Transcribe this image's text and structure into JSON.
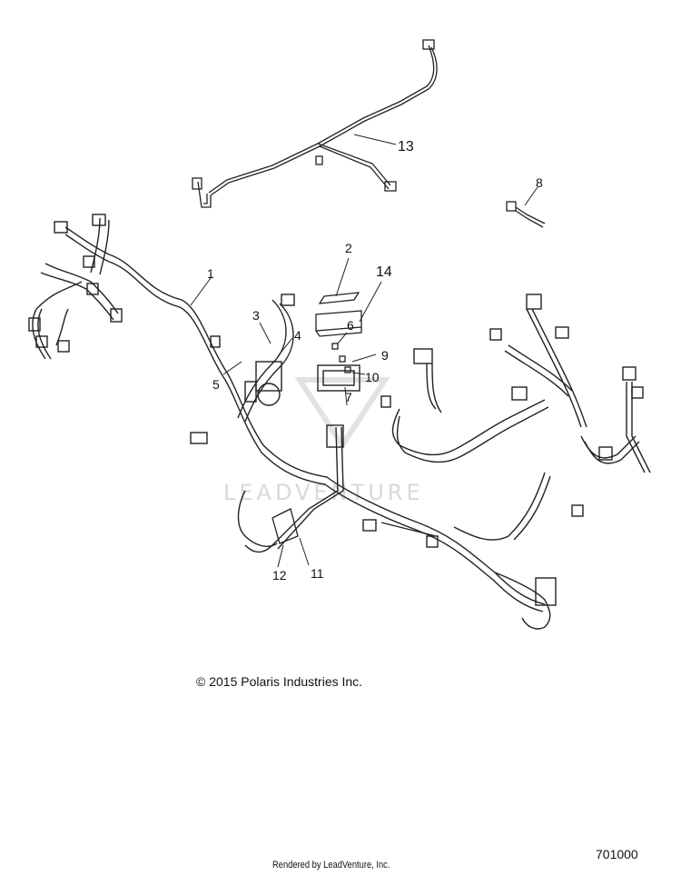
{
  "watermark": {
    "text": "LEADVENTURE"
  },
  "callouts": [
    {
      "id": "1",
      "label": "1"
    },
    {
      "id": "2",
      "label": "2"
    },
    {
      "id": "3",
      "label": "3"
    },
    {
      "id": "4",
      "label": "4"
    },
    {
      "id": "5",
      "label": "5"
    },
    {
      "id": "6",
      "label": "6"
    },
    {
      "id": "7",
      "label": "7"
    },
    {
      "id": "8",
      "label": "8"
    },
    {
      "id": "9",
      "label": "9"
    },
    {
      "id": "10",
      "label": "10"
    },
    {
      "id": "11",
      "label": "11"
    },
    {
      "id": "12",
      "label": "12"
    },
    {
      "id": "13",
      "label": "13"
    },
    {
      "id": "14",
      "label": "14"
    }
  ],
  "footer": {
    "copyright": "© 2015 Polaris Industries Inc.",
    "figure_number": "701000",
    "rendered_by": "Rendered by LeadVenture, Inc."
  }
}
